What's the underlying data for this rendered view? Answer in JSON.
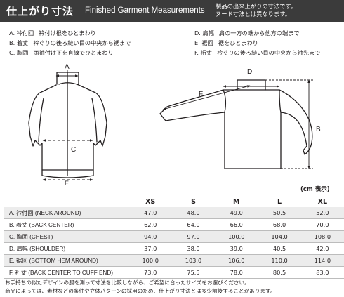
{
  "header": {
    "title_jp": "仕上がり寸法",
    "title_en": "Finished Garment Measurements",
    "note_line1": "製品の出来上がりの寸法です。",
    "note_line2": "ヌード寸法とは異なります。"
  },
  "legend": {
    "left": [
      {
        "label": "A. 衿付回",
        "desc": "衿付け根をひとまわり"
      },
      {
        "label": "B. 着丈",
        "desc": "衿ぐりの後ろ縫い目の中央から裾まで"
      },
      {
        "label": "C. 胸囲",
        "desc": "両袖付け下を直線でひとまわり"
      }
    ],
    "right": [
      {
        "label": "D. 肩幅",
        "desc": "肩の一方の端から他方の端まで"
      },
      {
        "label": "E. 裾回",
        "desc": "裾をひとまわり"
      },
      {
        "label": "F. 裄丈",
        "desc": "衿ぐりの後ろ縫い目の中央から袖先まで"
      }
    ]
  },
  "diagram_letters": {
    "a": "A",
    "b": "B",
    "c": "C",
    "d": "D",
    "e": "E",
    "f": "F"
  },
  "unit": "(cm 表示)",
  "table": {
    "sizes": [
      "XS",
      "S",
      "M",
      "L",
      "XL"
    ],
    "rows": [
      {
        "label": "A. 衿付回 (NECK AROUND)",
        "values": [
          "47.0",
          "48.0",
          "49.0",
          "50.5",
          "52.0"
        ]
      },
      {
        "label": "B. 着丈 (BACK CENTER)",
        "values": [
          "62.0",
          "64.0",
          "66.0",
          "68.0",
          "70.0"
        ]
      },
      {
        "label": "C. 胸囲 (CHEST)",
        "values": [
          "94.0",
          "97.0",
          "100.0",
          "104.0",
          "108.0"
        ]
      },
      {
        "label": "D. 肩幅 (SHOULDER)",
        "values": [
          "37.0",
          "38.0",
          "39.0",
          "40.5",
          "42.0"
        ]
      },
      {
        "label": "E. 裾回 (BOTTOM HEM AROUND)",
        "values": [
          "100.0",
          "103.0",
          "106.0",
          "110.0",
          "114.0"
        ]
      },
      {
        "label": "F. 裄丈 (BACK CENTER TO CUFF END)",
        "values": [
          "73.0",
          "75.5",
          "78.0",
          "80.5",
          "83.0"
        ]
      }
    ]
  },
  "footer": {
    "line1": "お手持ちの似たデザインの服を測って寸法を比較しながら、ご希望に合ったサイズをお選びください。",
    "line2": "商品によっては、素材などの条件や立体パターンの採用のため、仕上がり寸法とは多少前後することがあります。"
  }
}
